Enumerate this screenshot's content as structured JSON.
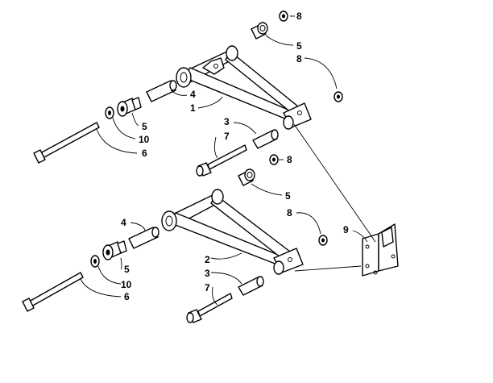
{
  "callouts": {
    "upper_arm": "1",
    "lower_arm": "2",
    "upper_bushing": "3",
    "lower_bushing": "3",
    "upper_sleeve": "4",
    "lower_sleeve": "4",
    "upper_shoulder_right": "5",
    "upper_shoulder_left": "5",
    "lower_shoulder_right": "5",
    "lower_shoulder_left": "5",
    "upper_long_bolt": "6",
    "lower_long_bolt": "6",
    "upper_short_bolt": "7",
    "lower_short_bolt": "7",
    "upper_nut_top": "8",
    "upper_nut_side": "8",
    "lower_nut_top": "8",
    "lower_nut_side": "8",
    "bracket": "9",
    "upper_washer": "10",
    "lower_washer": "10"
  }
}
